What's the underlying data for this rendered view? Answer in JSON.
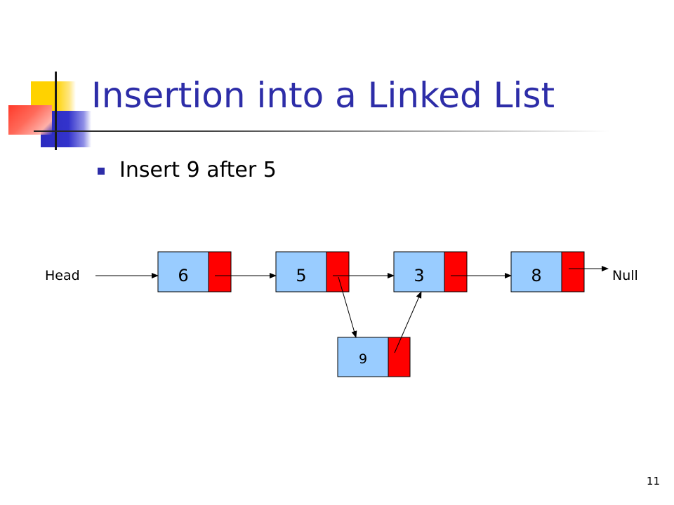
{
  "slide": {
    "title": "Insertion into a Linked List",
    "bullet": "Insert 9 after 5",
    "page_number": "11"
  },
  "diagram": {
    "head_label": "Head",
    "null_label": "Null",
    "nodes": [
      {
        "id": "n6",
        "value": "6"
      },
      {
        "id": "n5",
        "value": "5"
      },
      {
        "id": "n3",
        "value": "3"
      },
      {
        "id": "n8",
        "value": "8"
      },
      {
        "id": "n9",
        "value": "9"
      }
    ],
    "links": [
      {
        "from": "head",
        "to": "n6"
      },
      {
        "from": "n6",
        "to": "n5"
      },
      {
        "from": "n5",
        "to": "n3"
      },
      {
        "from": "n3",
        "to": "n8"
      },
      {
        "from": "n8",
        "to": "null"
      },
      {
        "from": "n5",
        "to": "n9"
      },
      {
        "from": "n9",
        "to": "n3"
      }
    ]
  },
  "colors": {
    "title": "#2d2da8",
    "node_data": "#99ccff",
    "node_pointer": "#ff0000",
    "outline": "#000000"
  }
}
